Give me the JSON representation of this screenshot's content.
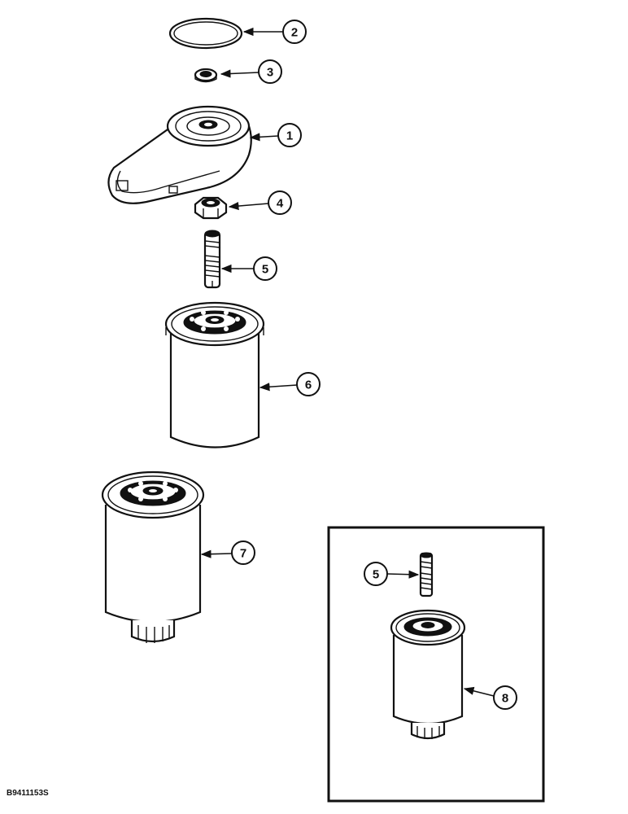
{
  "callouts": {
    "c1": "1",
    "c2": "2",
    "c3": "3",
    "c4": "4",
    "c5a": "5",
    "c6": "6",
    "c7": "7",
    "c5b": "5",
    "c8": "8"
  },
  "figure_code": "B9411153S"
}
